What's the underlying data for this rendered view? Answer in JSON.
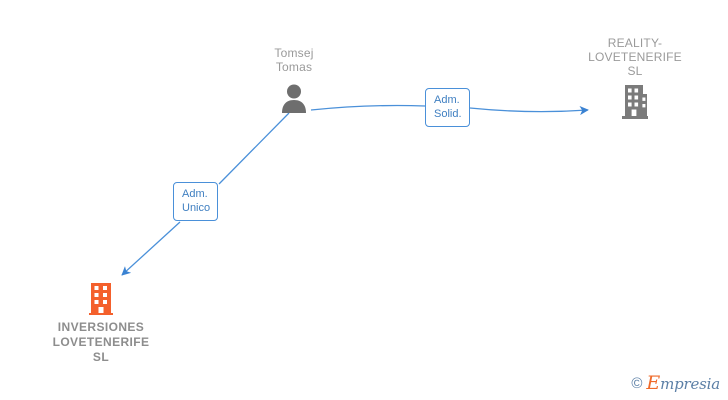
{
  "diagram": {
    "type": "corporate-relationship-graph",
    "background_color": "#ffffff",
    "nodes": [
      {
        "id": "person",
        "kind": "person",
        "label": "Tomsej\nTomas",
        "icon": "person-icon",
        "icon_color": "#6e6e6e",
        "text_color": "#9a9a9a",
        "bold": false
      },
      {
        "id": "company-right",
        "kind": "company",
        "label": "REALITY-\nLOVETENERIFE\nSL",
        "icon": "building-icon",
        "icon_color": "#7b7b7b",
        "text_color": "#9a9a9a",
        "bold": false
      },
      {
        "id": "company-left",
        "kind": "company",
        "label": "INVERSIONES\nLOVETENERIFE\nSL",
        "icon": "building-icon",
        "icon_color": "#f4602c",
        "text_color": "#8d8d8d",
        "bold": true
      }
    ],
    "edges": [
      {
        "id": "edge-solid",
        "from": "person",
        "to": "company-right",
        "label": "Adm.\nSolid.",
        "color": "#4a90d9",
        "arrow": true
      },
      {
        "id": "edge-unico",
        "from": "person",
        "to": "company-left",
        "label": "Adm.\nUnico",
        "color": "#4a90d9",
        "arrow": true
      }
    ]
  },
  "watermark": {
    "copyright": "©",
    "brand_initial": "E",
    "brand_rest": "mpresia",
    "initial_color": "#ef6a2a",
    "text_color": "#5b7fa6"
  }
}
